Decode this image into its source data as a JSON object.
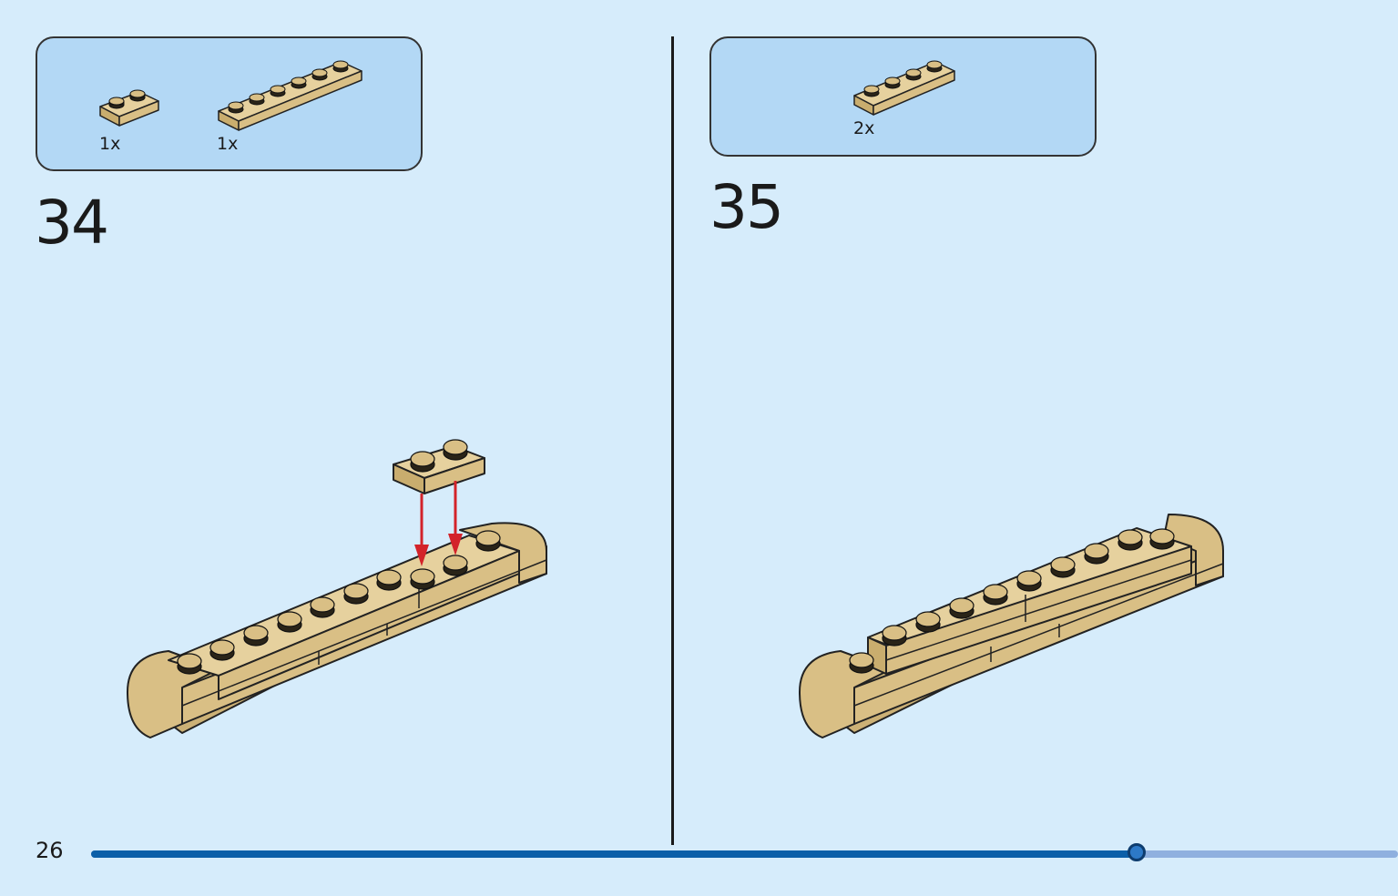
{
  "page": {
    "number": "26",
    "background": "#d6ecfb",
    "brick_color": "#d9c08a",
    "arrow_color": "#d3232a",
    "progress_fraction": 0.8
  },
  "steps": [
    {
      "number": "34",
      "parts": [
        {
          "icon": "plate-1x2-tan-icon",
          "qty": "1x"
        },
        {
          "icon": "plate-1x6-tan-icon",
          "qty": "1x"
        }
      ]
    },
    {
      "number": "35",
      "parts": [
        {
          "icon": "plate-1x4-tan-icon",
          "qty": "2x"
        }
      ]
    }
  ]
}
